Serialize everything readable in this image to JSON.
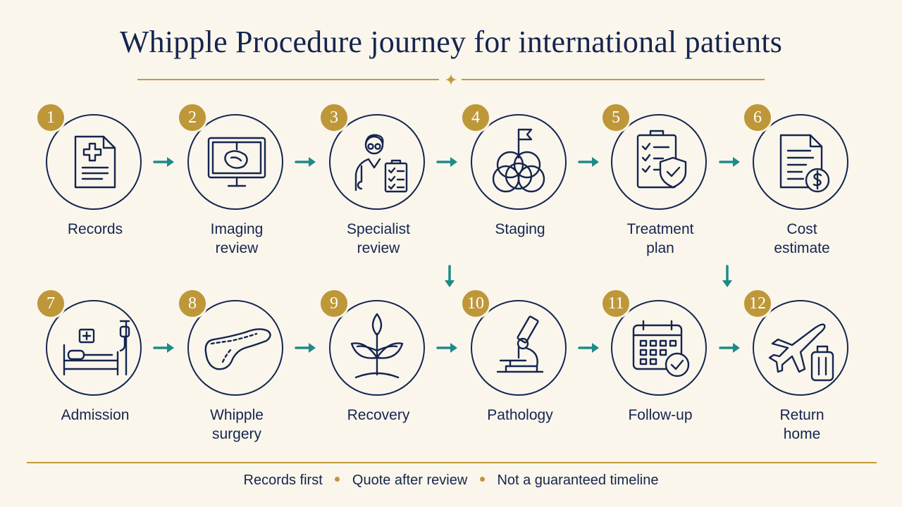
{
  "title": "Whipple Procedure journey for international patients",
  "steps": [
    {
      "number": "1",
      "label_line1": "Records",
      "label_line2": "",
      "icon": "medical-record-icon"
    },
    {
      "number": "2",
      "label_line1": "Imaging",
      "label_line2": "review",
      "icon": "imaging-monitor-icon"
    },
    {
      "number": "3",
      "label_line1": "Specialist",
      "label_line2": "review",
      "icon": "doctor-clipboard-icon"
    },
    {
      "number": "4",
      "label_line1": "Staging",
      "label_line2": "",
      "icon": "staging-flag-icon"
    },
    {
      "number": "5",
      "label_line1": "Treatment",
      "label_line2": "plan",
      "icon": "checklist-shield-icon"
    },
    {
      "number": "6",
      "label_line1": "Cost",
      "label_line2": "estimate",
      "icon": "invoice-dollar-icon"
    },
    {
      "number": "7",
      "label_line1": "Admission",
      "label_line2": "",
      "icon": "hospital-bed-icon"
    },
    {
      "number": "8",
      "label_line1": "Whipple",
      "label_line2": "surgery",
      "icon": "pancreas-icon"
    },
    {
      "number": "9",
      "label_line1": "Recovery",
      "label_line2": "",
      "icon": "sprout-icon"
    },
    {
      "number": "10",
      "label_line1": "Pathology",
      "label_line2": "",
      "icon": "microscope-icon"
    },
    {
      "number": "11",
      "label_line1": "Follow-up",
      "label_line2": "",
      "icon": "calendar-check-icon"
    },
    {
      "number": "12",
      "label_line1": "Return",
      "label_line2": "home",
      "icon": "airplane-luggage-icon"
    }
  ],
  "footer": {
    "item1": "Records first",
    "item2": "Quote after review",
    "item3": "Not a guaranteed timeline"
  },
  "colors": {
    "background": "#faf6ec",
    "navy": "#15254f",
    "gold": "#be9739",
    "teal": "#1e8a8a"
  }
}
